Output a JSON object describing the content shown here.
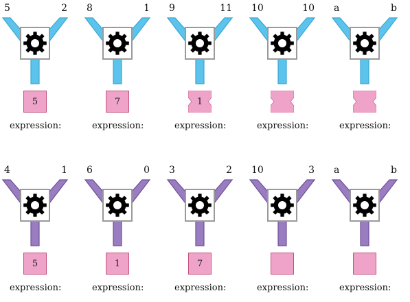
{
  "colors": {
    "blue_funnel": "#5cc4ec",
    "blue_stroke": "#3aa6d2",
    "purple_funnel": "#9a7cc0",
    "purple_stroke": "#6d4f99",
    "gear": "#000000",
    "gear_box_border": "#9a9a9a",
    "output_fill": "#f0a3c8",
    "output_border": "#c0527f"
  },
  "icons": {
    "machine": "gear-icon"
  },
  "rows": [
    {
      "color": "blue",
      "machines": [
        {
          "left_input": "5",
          "right_input": "2",
          "output": "5",
          "notched": false,
          "expression_label": "expression:"
        },
        {
          "left_input": "8",
          "right_input": "1",
          "output": "7",
          "notched": false,
          "expression_label": "expression:"
        },
        {
          "left_input": "9",
          "right_input": "11",
          "output": "1",
          "notched": true,
          "expression_label": "expression:"
        },
        {
          "left_input": "10",
          "right_input": "10",
          "output": "",
          "notched": true,
          "expression_label": "expression:"
        },
        {
          "left_input": "a",
          "right_input": "b",
          "output": "",
          "notched": true,
          "expression_label": "expression:"
        }
      ]
    },
    {
      "color": "purple",
      "machines": [
        {
          "left_input": "4",
          "right_input": "1",
          "output": "5",
          "notched": false,
          "expression_label": "expression:"
        },
        {
          "left_input": "6",
          "right_input": "0",
          "output": "1",
          "notched": false,
          "expression_label": "expression:"
        },
        {
          "left_input": "3",
          "right_input": "2",
          "output": "7",
          "notched": false,
          "expression_label": "expression:"
        },
        {
          "left_input": "10",
          "right_input": "3",
          "output": "",
          "notched": false,
          "expression_label": "expression:"
        },
        {
          "left_input": "a",
          "right_input": "b",
          "output": "",
          "notched": false,
          "expression_label": "expression:"
        }
      ]
    }
  ]
}
